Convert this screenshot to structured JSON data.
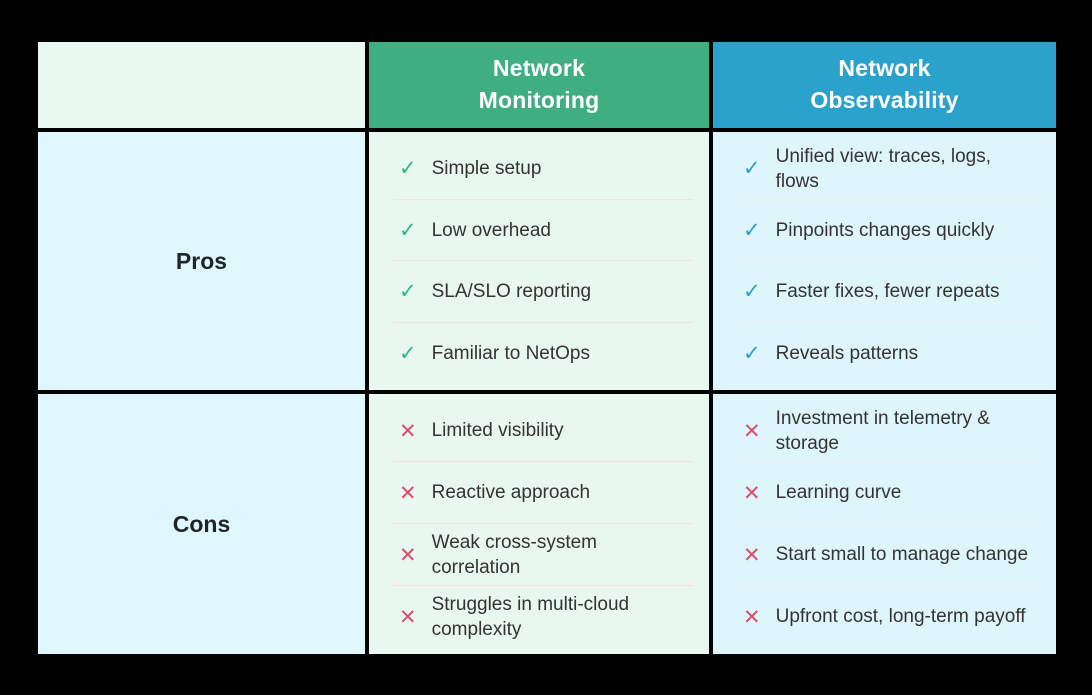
{
  "headers": {
    "monitoring": {
      "line1": "Network",
      "line2": "Monitoring"
    },
    "observability": {
      "line1": "Network",
      "line2": "Observability"
    }
  },
  "row_labels": {
    "pros": "Pros",
    "cons": "Cons"
  },
  "cells": {
    "monitoring_pros": [
      "Simple setup",
      "Low overhead",
      "SLA/SLO reporting",
      "Familiar to NetOps"
    ],
    "observability_pros": [
      "Unified view: traces, logs, flows",
      "Pinpoints changes quickly",
      "Faster fixes, fewer repeats",
      "Reveals patterns"
    ],
    "monitoring_cons": [
      "Limited visibility",
      "Reactive approach",
      "Weak cross-system correlation",
      "Struggles in multi-cloud complexity"
    ],
    "observability_cons": [
      "Investment in telemetry & storage",
      "Learning curve",
      "Start small to manage change",
      "Upfront cost, long-term payoff"
    ]
  },
  "icons": {
    "pro": "✓",
    "con": "✕"
  },
  "colors": {
    "background": "#000000",
    "monitoring_header_bg": "#3FAE81",
    "observability_header_bg": "#2BA2CC",
    "monitoring_cell_bg": "#E8F7EF",
    "observability_cell_bg": "#DFF5FC",
    "row_label_cell_bg": "#E0F6FD",
    "corner_cell_bg": "#EAF8F2",
    "check_green": "#2EB886",
    "check_blue": "#2D9FC9",
    "cross_red": "#D9506E",
    "text": "#333333",
    "divider_mint": "#F7E0E0",
    "divider_blue": "#E9EFF0"
  }
}
